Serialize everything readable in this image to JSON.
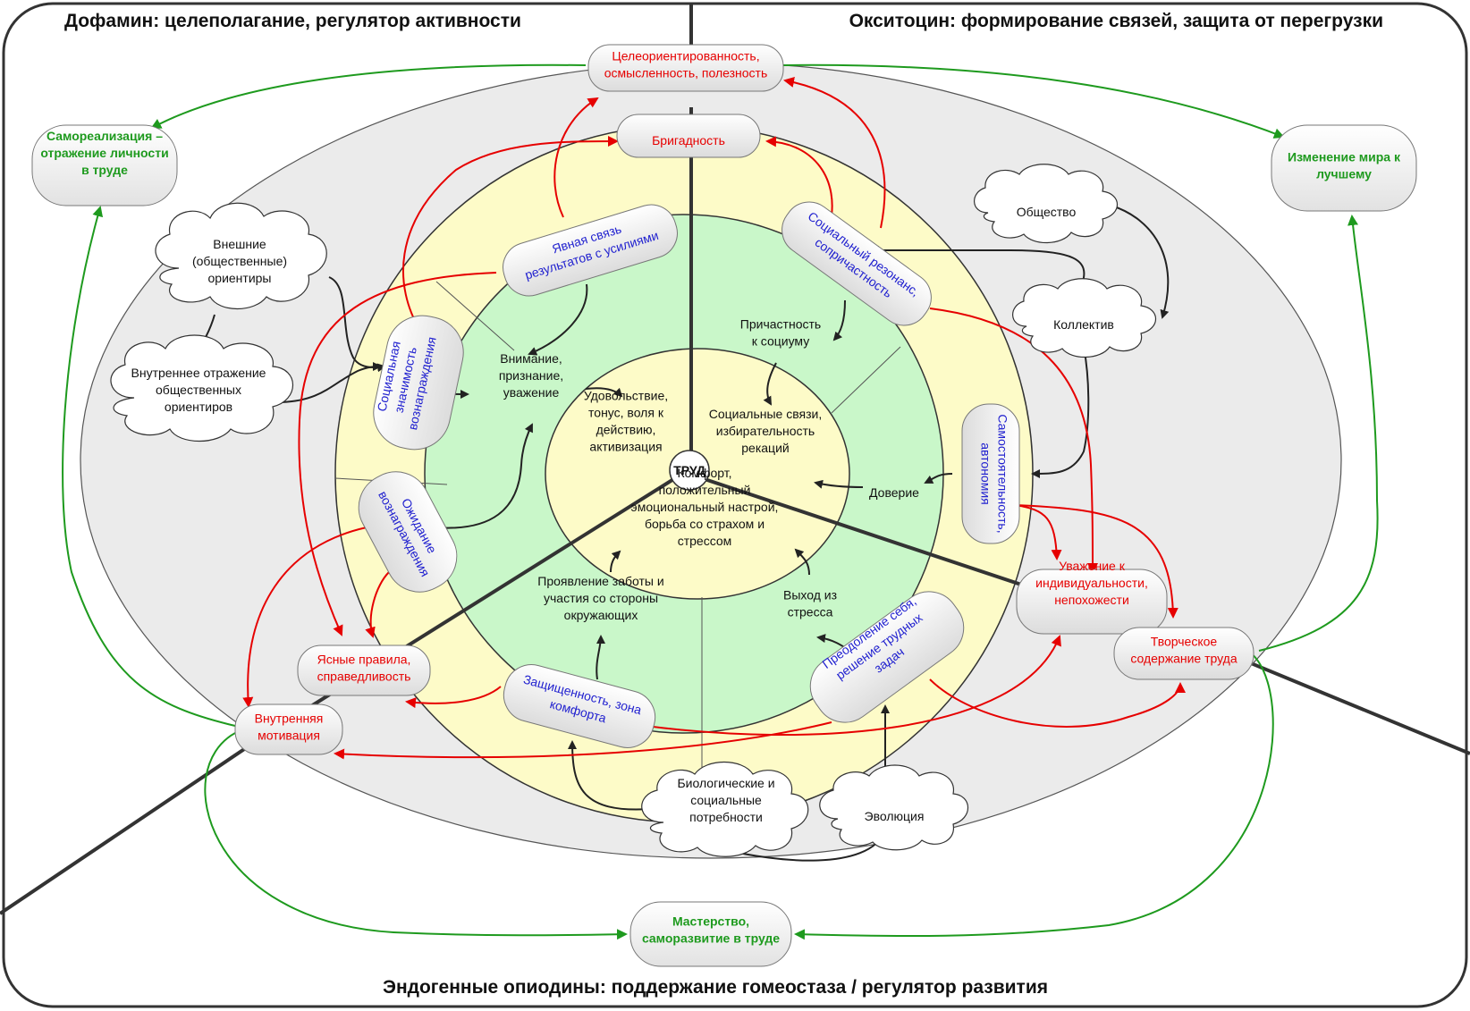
{
  "sections": {
    "dopamine": "Дофамин: целеполагание, регулятор активности",
    "oxytocin": "Окситоцин: формирование связей, защита от перегрузки",
    "opioids": "Эндогенные опиодины: поддержание гомеостаза / регулятор развития"
  },
  "center": {
    "label": "ТРУД"
  },
  "inner_ring": [
    [
      "Удовольствие,",
      "тонус, воля к",
      "действию,",
      "активизация"
    ],
    [
      "Социальные связи,",
      "избирательность",
      "рекаций"
    ],
    [
      "Комфорт,",
      "положительный",
      "эмоциональный настрой,",
      "борьба со страхом и",
      "стрессом"
    ]
  ],
  "green_ring": {
    "attention": [
      "Внимание,",
      "признание,",
      "уважение"
    ],
    "belonging": [
      "Причастность",
      "к социуму"
    ],
    "trust": [
      "Доверие"
    ],
    "stress_exit": [
      "Выход из",
      "стресса"
    ],
    "care": [
      "Проявление заботы и",
      "участия со стороны",
      "окружающих"
    ]
  },
  "yellow_ring": {
    "explicit_link": [
      "Явная связь",
      "результатов с усилиями"
    ],
    "social_significance": [
      "Социальная",
      "значимость",
      "вознаграждения"
    ],
    "reward_expectation": [
      "Ожидание",
      "вознаграждения"
    ],
    "social_resonance": [
      "Социальный резонанс,",
      "сопричастность"
    ],
    "autonomy": [
      "Самостоятельность,",
      "автономия"
    ],
    "overcoming": [
      "Преодоление себя,",
      "решение трудных",
      "задач"
    ],
    "protection": [
      "Защищенность, зона",
      "комфорта"
    ]
  },
  "outcomes": {
    "purpose": [
      "Целеориентированность,",
      "осмысленность, полезность"
    ],
    "teamwork": [
      "Бригадность"
    ],
    "clear_rules": [
      "Ясные правила,",
      "справедливость"
    ],
    "inner_motivation": [
      "Внутренняя",
      "мотивация"
    ],
    "respect_individuality": [
      "Уважение к",
      "индивидуальности,",
      "непохожести"
    ],
    "creative_content": [
      "Творческое",
      "содержание труда"
    ]
  },
  "green_outcomes": {
    "self_realization": [
      "Самореализация –",
      "отражение личности",
      "в труде"
    ],
    "change_world": [
      "Изменение мира к",
      "лучшему"
    ],
    "mastery": [
      "Мастерство,",
      "саморазвитие в труде"
    ]
  },
  "clouds": {
    "external": [
      "Внешние",
      "(общественные)",
      "ориентиры"
    ],
    "internal": [
      "Внутреннее отражение",
      "общественных",
      "ориентиров"
    ],
    "society": [
      "Общество"
    ],
    "collective": [
      "Коллектив"
    ],
    "bio_needs": [
      "Биологические и",
      "социальные",
      "потребности"
    ],
    "evolution": [
      "Эволюция"
    ]
  },
  "colors": {
    "red": "#e60000",
    "blue": "#1f1fcf",
    "green": "#1e9a1e",
    "grey_ellipse": "#ebebeb",
    "yellow_ring": "#fdfbc8",
    "green_ring": "#c9f7c9",
    "inner_yellow": "#fdfbc8"
  }
}
